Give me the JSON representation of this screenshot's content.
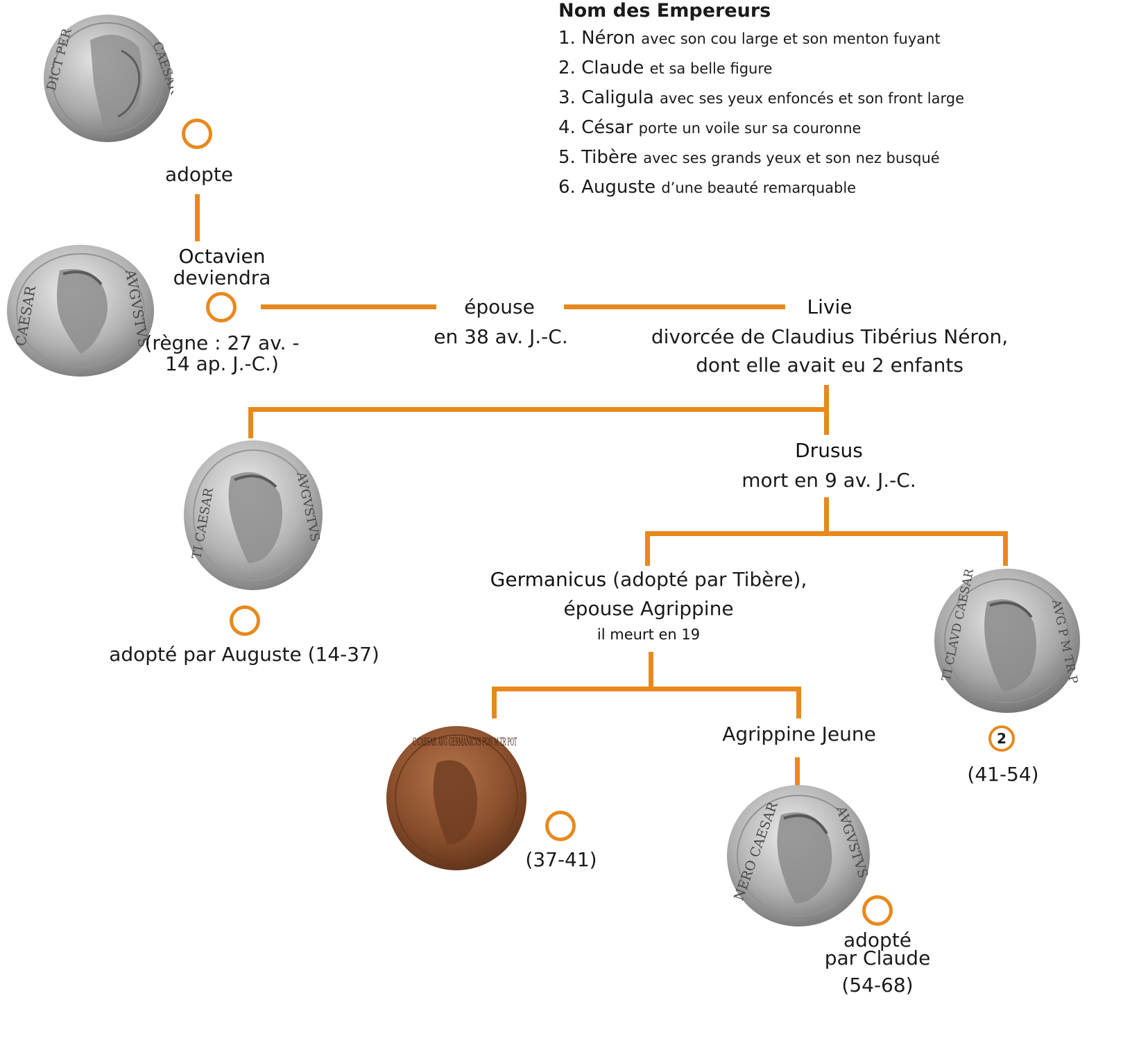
{
  "legend": {
    "title": "Nom des Empereurs",
    "items": [
      {
        "num": "1.",
        "name": "Néron",
        "desc": "avec son cou large et son menton fuyant"
      },
      {
        "num": "2.",
        "name": "Claude",
        "desc": "et sa belle figure"
      },
      {
        "num": "3.",
        "name": "Caligula",
        "desc": "avec ses yeux enfoncés et son front large"
      },
      {
        "num": "4.",
        "name": "César",
        "desc": "porte un voile sur sa couronne"
      },
      {
        "num": "5.",
        "name": "Tibère",
        "desc": "avec ses grands yeux et son nez busqué"
      },
      {
        "num": "6.",
        "name": "Auguste",
        "desc": "d’une beauté remarquable"
      }
    ]
  },
  "cesar": {
    "coin_inscription_left": "DICT PER",
    "coin_inscription_right": "CAESAR",
    "relation": "adopte"
  },
  "octavien": {
    "name": "Octavien",
    "line2": "deviendra",
    "reign_line1": "(règne : 27 av. -",
    "reign_line2": "14 ap. J.-C.)",
    "coin_left": "CAESAR",
    "coin_right": "AVGVSTVS"
  },
  "marriage": {
    "line1": "épouse",
    "line2": "en 38 av. J.-C."
  },
  "livie": {
    "name": "Livie",
    "line2": "divorcée de Claudius Tibérius Néron,",
    "line3": "dont elle avait eu 2 enfants"
  },
  "tibere": {
    "caption": "adopté par Auguste (14-37)",
    "coin_left": "TI CAESAR",
    "coin_right": "AVGVSTVS"
  },
  "drusus": {
    "name": "Drusus",
    "line2": "mort en 9 av. J.-C."
  },
  "germanicus": {
    "name": "Germanicus",
    "suffix": " (adopté par Tibère),",
    "line2": "épouse Agrippine",
    "line3": "il meurt en 19"
  },
  "claude": {
    "badge": "2",
    "dates": "(41-54)",
    "coin_left": "TI CLAVD CAESAR",
    "coin_right": "AVG P M TR P"
  },
  "caligula": {
    "dates": "(37-41)",
    "coin_text": "C CAESAR AVG GERMANICVS PON M TR POT"
  },
  "agrippine": {
    "name": "Agrippine Jeune"
  },
  "neron": {
    "line1": "adopté",
    "line2": "par Claude",
    "line3": "(54-68)",
    "coin_left": "NERO CAESAR",
    "coin_right": "AVGVSTVS"
  },
  "colors": {
    "accent": "#e8891d",
    "silver": "#b9b9b9",
    "bronze": "#8a4f2c"
  }
}
